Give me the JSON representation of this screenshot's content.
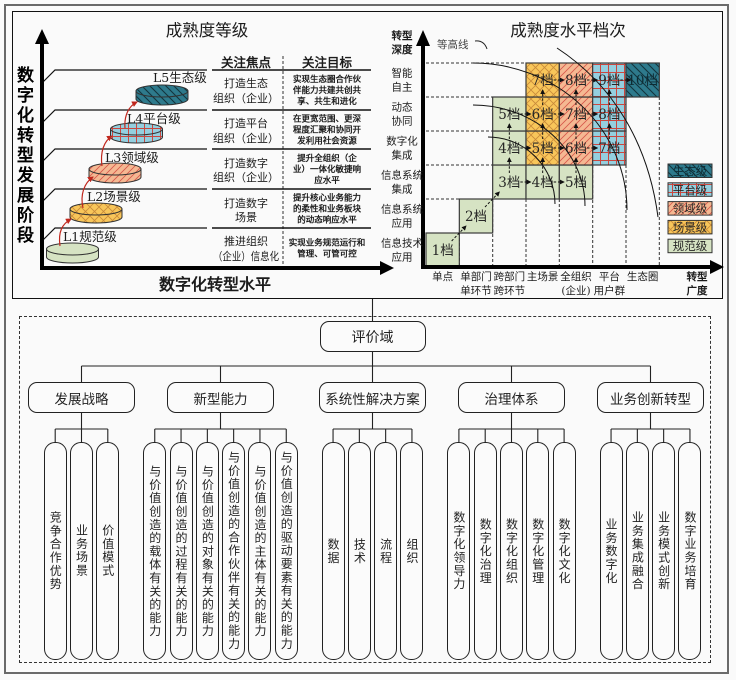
{
  "left_panel": {
    "title": "成熟度等级",
    "y_axis_label": "数字化转型发展阶段",
    "x_axis_label": "数字化转型水平",
    "table_headers": {
      "focus": "关注焦点",
      "goal": "关注目标"
    },
    "levels": [
      {
        "label": "L5生态级",
        "color": "#2e7a8c",
        "focus": [
          "打造生态",
          "组织（企业）"
        ],
        "goal": [
          "实现生态圈合作伙",
          "伴能力共建共创共",
          "享、共生和进化"
        ]
      },
      {
        "label": "L4平台级",
        "color": "#94cfdf",
        "focus": [
          "打造平台",
          "组织（企业）"
        ],
        "goal": [
          "在更宽范围、更深",
          "程度汇聚和协同开",
          "发利用社会资源"
        ]
      },
      {
        "label": "L3领域级",
        "color": "#f5b892",
        "focus": [
          "打造数字",
          "组织（企业）"
        ],
        "goal": [
          "提升全组织（企",
          "业）一体化敏捷响",
          "应水平"
        ]
      },
      {
        "label": "L2场景级",
        "color": "#f8c65a",
        "focus": [
          "打造数字",
          "场景"
        ],
        "goal": [
          "提升核心业务能力",
          "的柔性和业务板块",
          "的动态响应水平"
        ]
      },
      {
        "label": "L1规范级",
        "color": "#d6e3c3",
        "focus": [
          "推进组织",
          "（企业）信息化"
        ],
        "goal": [
          "实现业务规范运行和",
          "管理、可管可控"
        ]
      }
    ]
  },
  "right_panel": {
    "title": "成熟度水平档次",
    "y_axis_title": [
      "转型",
      "深度"
    ],
    "x_axis_title": [
      "转型",
      "广度"
    ],
    "contour_label": "等高线",
    "depth_levels": [
      [
        "信息技术",
        "应用"
      ],
      [
        "信息系统",
        "应用"
      ],
      [
        "信息系统",
        "集成"
      ],
      [
        "数字化",
        "集成"
      ],
      [
        "动态",
        "协同"
      ],
      [
        "智能",
        "自主"
      ]
    ],
    "breadth_levels": [
      [
        "单点"
      ],
      [
        "单部门",
        "单环节"
      ],
      [
        "跨部门",
        "跨环节"
      ],
      [
        "主场景"
      ],
      [
        "全组织",
        "(企业)"
      ],
      [
        "平台",
        "用户群"
      ],
      [
        "生态圈"
      ]
    ],
    "cells": [
      {
        "depth": 1,
        "breadth": 1,
        "label": "1档",
        "color": "#d6e3c3"
      },
      {
        "depth": 2,
        "breadth": 2,
        "label": "2档",
        "color": "#d6e3c3"
      },
      {
        "depth": 3,
        "breadth": 3,
        "label": "3档",
        "color": "#d6e3c3"
      },
      {
        "depth": 3,
        "breadth": 4,
        "label": "4档",
        "color": "#d6e3c3"
      },
      {
        "depth": 3,
        "breadth": 5,
        "label": "5档",
        "color": "#d6e3c3"
      },
      {
        "depth": 4,
        "breadth": 3,
        "label": "4档",
        "color": "#d6e3c3"
      },
      {
        "depth": 4,
        "breadth": 4,
        "label": "5档",
        "color": "#f8c65a"
      },
      {
        "depth": 4,
        "breadth": 5,
        "label": "6档",
        "color": "#f5b892"
      },
      {
        "depth": 4,
        "breadth": 6,
        "label": "7档",
        "color": "#94cfdf"
      },
      {
        "depth": 5,
        "breadth": 3,
        "label": "5档",
        "color": "#d6e3c3"
      },
      {
        "depth": 5,
        "breadth": 4,
        "label": "6档",
        "color": "#f8c65a"
      },
      {
        "depth": 5,
        "breadth": 5,
        "label": "7档",
        "color": "#f5b892"
      },
      {
        "depth": 5,
        "breadth": 6,
        "label": "8档",
        "color": "#94cfdf"
      },
      {
        "depth": 6,
        "breadth": 4,
        "label": "7档",
        "color": "#f8c65a"
      },
      {
        "depth": 6,
        "breadth": 5,
        "label": "8档",
        "color": "#f5b892"
      },
      {
        "depth": 6,
        "breadth": 6,
        "label": "9档",
        "color": "#94cfdf"
      },
      {
        "depth": 6,
        "breadth": 7,
        "label": "10档",
        "color": "#2e7a8c"
      }
    ],
    "legend": [
      {
        "label": "生态级",
        "color": "#2e7a8c"
      },
      {
        "label": "平台级",
        "color": "#94cfdf"
      },
      {
        "label": "领域级",
        "color": "#f5b892"
      },
      {
        "label": "场景级",
        "color": "#f8c65a"
      },
      {
        "label": "规范级",
        "color": "#d6e3c3"
      }
    ]
  },
  "evaluation": {
    "root": "评价域",
    "domains": [
      {
        "label": "发展战略",
        "items": [
          "竞争合作优势",
          "业务场景",
          "价值模式"
        ]
      },
      {
        "label": "新型能力",
        "items": [
          "与价值创造的载体有关的能力",
          "与价值创造的过程有关的能力",
          "与价值创造的对象有关的能力",
          "与价值创造的合作伙伴有关的能力",
          "与价值创造的主体有关的能力",
          "与价值创造的驱动要素有关的能力"
        ]
      },
      {
        "label": "系统性解决方案",
        "items": [
          "数据",
          "技术",
          "流程",
          "组织"
        ]
      },
      {
        "label": "治理体系",
        "items": [
          "数字化领导力",
          "数字化治理",
          "数字化组织",
          "数字化管理",
          "数字化文化"
        ]
      },
      {
        "label": "业务创新转型",
        "items": [
          "业务数字化",
          "业务集成融合",
          "业务模式创新",
          "数字业务培育"
        ]
      }
    ]
  }
}
